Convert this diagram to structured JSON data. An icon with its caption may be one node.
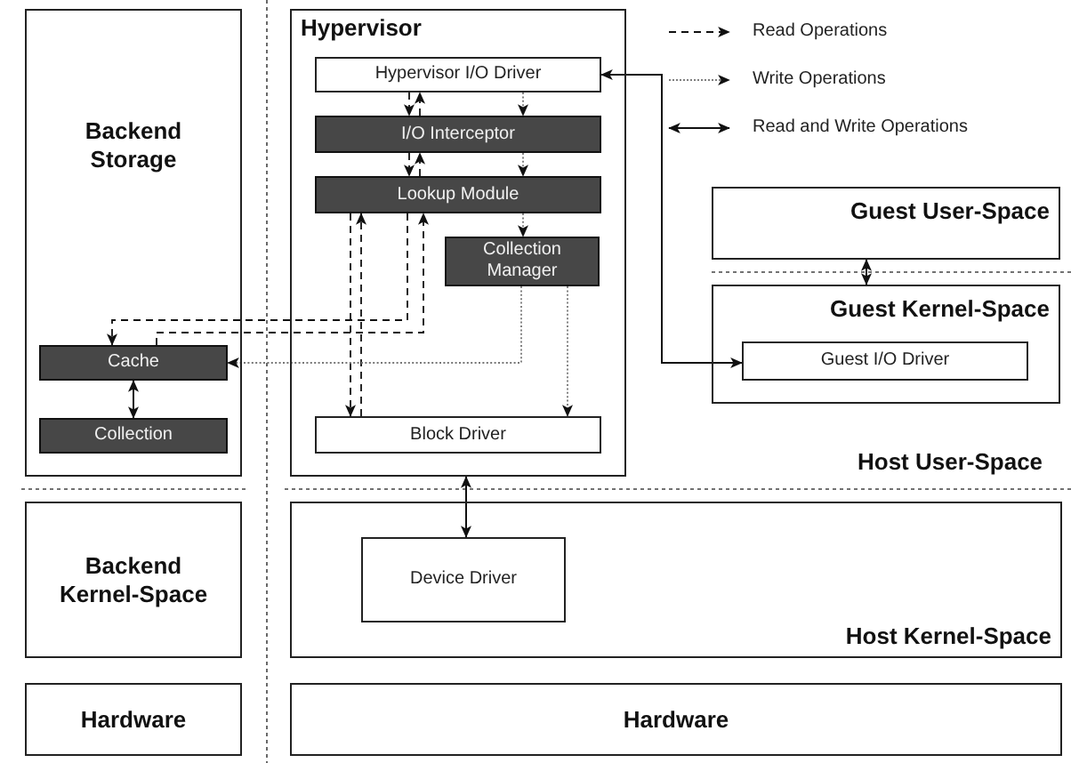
{
  "diagram": {
    "nodes": [
      {
        "text": [
          "Backend Storage"
        ]
      },
      {
        "text": [
          "Cache"
        ],
        "in": 0
      },
      {
        "text": [
          "Collection"
        ],
        "in": 0
      },
      {
        "text": [
          "Hypervisor"
        ]
      },
      {
        "text": [
          "Hypervisor I/O Driver"
        ],
        "in": 3
      },
      {
        "text": [
          "I/O Interceptor"
        ],
        "in": 3
      },
      {
        "text": [
          "Lookup Module"
        ],
        "in": 3
      },
      {
        "text": [
          "Collection Manager"
        ],
        "in": 3
      },
      {
        "text": [
          "Block Driver"
        ],
        "in": 3
      },
      {
        "text": [
          "Guest User-Space"
        ]
      },
      {
        "text": [
          "Guest Kernel-Space"
        ]
      },
      {
        "text": [
          "Guest I/O Driver"
        ],
        "in": 10
      },
      {
        "text": [
          "Backend Kernel-Space"
        ]
      },
      {
        "text": [
          "Host Kernel-Space"
        ]
      },
      {
        "text": [
          "Device Driver"
        ],
        "in": 13
      },
      {
        "text": [
          "Hardware"
        ]
      },
      {
        "text": [
          "Hardware"
        ]
      }
    ],
    "edges": [
      {
        "from": 4,
        "to": 5,
        "arrow": "to",
        "style": "dashed"
      },
      {
        "from": 5,
        "to": 4,
        "arrow": "to",
        "style": "dashed"
      },
      {
        "from": 5,
        "to": 6,
        "arrow": "to",
        "style": "dashed"
      },
      {
        "from": 6,
        "to": 5,
        "arrow": "to",
        "style": "dashed"
      },
      {
        "from": 4,
        "to": 5,
        "arrow": "to",
        "style": "dashed",
        "color": "#777777"
      },
      {
        "from": 5,
        "to": 6,
        "arrow": "to",
        "style": "dashed",
        "color": "#777777"
      },
      {
        "from": 6,
        "to": 7,
        "arrow": "to",
        "style": "dashed",
        "color": "#777777"
      },
      {
        "from": 6,
        "to": 8,
        "arrow": "to",
        "style": "dashed"
      },
      {
        "from": 8,
        "to": 6,
        "arrow": "to",
        "style": "dashed"
      },
      {
        "from": 6,
        "to": 1,
        "arrow": "to",
        "style": "dashed"
      },
      {
        "from": 1,
        "to": 6,
        "arrow": "to",
        "style": "dashed"
      },
      {
        "from": 7,
        "to": 1,
        "arrow": "to",
        "style": "dashed",
        "color": "#777777"
      },
      {
        "from": 7,
        "to": 8,
        "arrow": "to",
        "style": "dashed",
        "color": "#777777"
      },
      {
        "from": 1,
        "to": 2,
        "arrow": "both"
      },
      {
        "from": 4,
        "to": 11,
        "arrow": "both"
      },
      {
        "from": 9,
        "to": 10,
        "arrow": "both"
      },
      {
        "from": 3,
        "to": 14,
        "arrow": "both"
      }
    ],
    "labels": [
      "Host User-Space"
    ],
    "legend": [
      {
        "text": "Read Operations"
      },
      {
        "text": "Write Operations"
      },
      {
        "text": "Read and Write Operations"
      }
    ]
  }
}
